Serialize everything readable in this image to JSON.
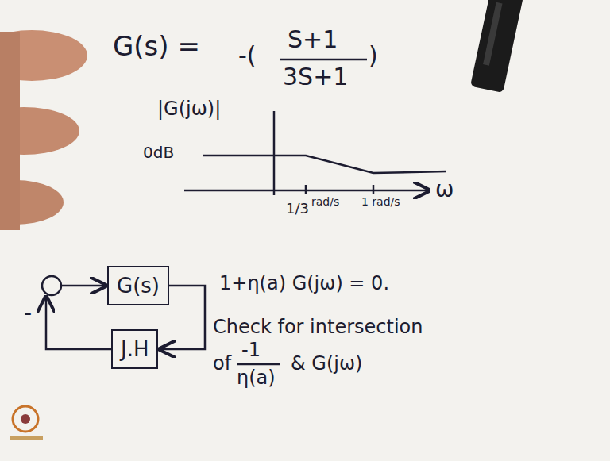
{
  "diagram": {
    "nodes": [
      {
        "text": [
          "G(s)"
        ]
      },
      {
        "text": [
          "J.H"
        ]
      }
    ],
    "edges": [
      {
        "from": 0,
        "to": 1,
        "arrow": "to"
      }
    ],
    "labels": [
      "G(s) =",
      "-(",
      "S+1",
      "3S+1",
      ")",
      "|G(jω)|",
      "0dB",
      "1/3",
      "rad/s",
      "1 rad/s",
      "ω",
      "-",
      "1+η(a) G(jω) = 0.",
      "Check for intersection",
      "of",
      "-1",
      "η(a)",
      "& G(jω)"
    ]
  }
}
